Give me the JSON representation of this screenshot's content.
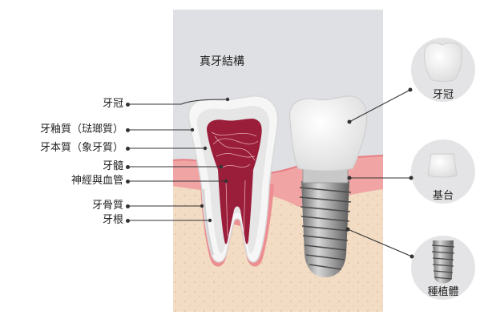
{
  "diagram": {
    "title": "真牙結構",
    "left_labels": [
      {
        "id": "crown",
        "text": "牙冠"
      },
      {
        "id": "enamel",
        "text": "牙釉質（琺瑯質）"
      },
      {
        "id": "dentin",
        "text": "牙本質（象牙質）"
      },
      {
        "id": "pulp",
        "text": "牙髓"
      },
      {
        "id": "nerves",
        "text": "神經與血管"
      },
      {
        "id": "cementum",
        "text": "牙骨質"
      },
      {
        "id": "root",
        "text": "牙根"
      }
    ],
    "right_components": [
      {
        "id": "implant-crown",
        "text": "牙冠"
      },
      {
        "id": "abutment",
        "text": "基台"
      },
      {
        "id": "implant",
        "text": "種植體"
      }
    ],
    "colors": {
      "panel": "#dfe0e3",
      "bone": "#f2dcc4",
      "gum": "#f0a4a4",
      "gum_edge": "#e57e84",
      "tooth": "#f6f6f6",
      "dentin": "#ececec",
      "pulp": "#9a1d3a",
      "metal": "#9a9a9a",
      "circle": "#e4e4e6"
    }
  }
}
